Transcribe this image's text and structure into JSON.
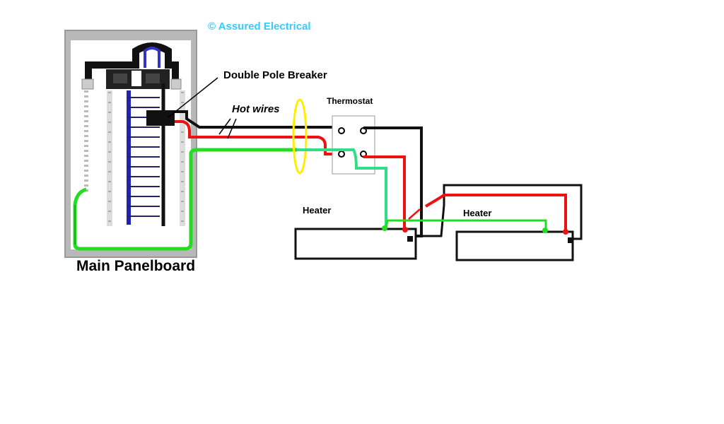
{
  "labels": {
    "copyright": "© Assured Electrical",
    "double_pole_breaker": "Double Pole Breaker",
    "hot_wires": "Hot wires",
    "thermostat": "Thermostat",
    "heater_1": "Heater",
    "heater_2": "Heater",
    "main_panelboard": "Main Panelboard"
  },
  "colors": {
    "hot_black": "#000000",
    "hot_red": "#ee1111",
    "ground_green": "#22dd22",
    "thermostat_to_heater": "#33dd88",
    "neutral_bus": "#2222aa",
    "clamp_highlight": "#ffee00",
    "copyright": "#33ccff"
  }
}
